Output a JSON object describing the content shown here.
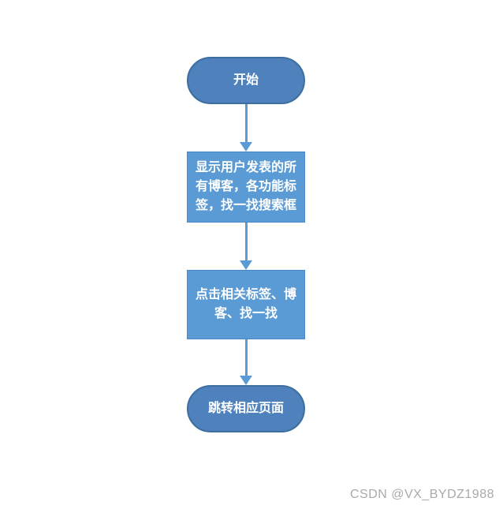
{
  "page": {
    "background": "#ffffff"
  },
  "diagram": {
    "type": "flowchart",
    "direction": "top-down",
    "nodes": [
      {
        "id": "start",
        "shape": "terminator",
        "label": "开始"
      },
      {
        "id": "show-blogs",
        "shape": "process",
        "label": "显示用户发表的所有博客，各功能标签，找一找搜索框"
      },
      {
        "id": "click-tags",
        "shape": "process",
        "label": "点击相关标签、博客、找一找"
      },
      {
        "id": "jump-page",
        "shape": "terminator",
        "label": "跳转相应页面"
      }
    ],
    "edges": [
      {
        "from": "start",
        "to": "show-blogs",
        "style": "solid-arrow"
      },
      {
        "from": "show-blogs",
        "to": "click-tags",
        "style": "solid-arrow"
      },
      {
        "from": "click-tags",
        "to": "jump-page",
        "style": "solid-arrow"
      }
    ],
    "colors": {
      "terminator_fill": "#4f81bd",
      "terminator_border": "#3d6e9f",
      "process_fill": "#5b9bd5",
      "process_border": "#4a86c5",
      "arrow": "#5b9bd5",
      "label_text": "#ffffff"
    }
  },
  "watermark": {
    "text": "CSDN @VX_BYDZ1988",
    "color": "#aaaaaa"
  }
}
